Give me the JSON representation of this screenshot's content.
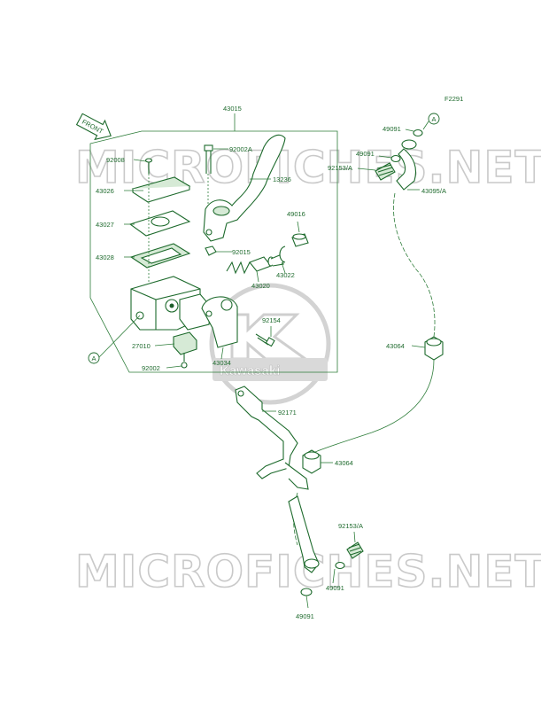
{
  "page": {
    "figure_code": "F2291",
    "front_marker": "FRONT"
  },
  "watermark": {
    "text": "MICROFICHES.NET",
    "brand": "Kawasaki"
  },
  "colors": {
    "line_art": "#1d6a2c",
    "label_text": "#1f6b2e",
    "watermark_outline": "#c9c9c9"
  },
  "reference_markers": {
    "a_left": "A",
    "a_right": "A"
  },
  "callouts": {
    "p43015": "43015",
    "p92002A": "92002A",
    "p13236": "13236",
    "p92008": "92008",
    "p43026": "43026",
    "p43027": "43027",
    "p43028": "43028",
    "p49016": "49016",
    "p92015": "92015",
    "p43022": "43022",
    "p43020": "43020",
    "p92154": "92154",
    "p27010": "27010",
    "p43034": "43034",
    "p92002": "92002",
    "p49091_top": "49091",
    "p49091_mid": "49091",
    "p92153A_top": "92153/A",
    "p43095A": "43095/A",
    "p43064_top": "43064",
    "p92171": "92171",
    "p43064_bot": "43064",
    "p92153A_bot": "92153/A",
    "p49091_bot_right": "49091",
    "p49091_bot": "49091"
  }
}
